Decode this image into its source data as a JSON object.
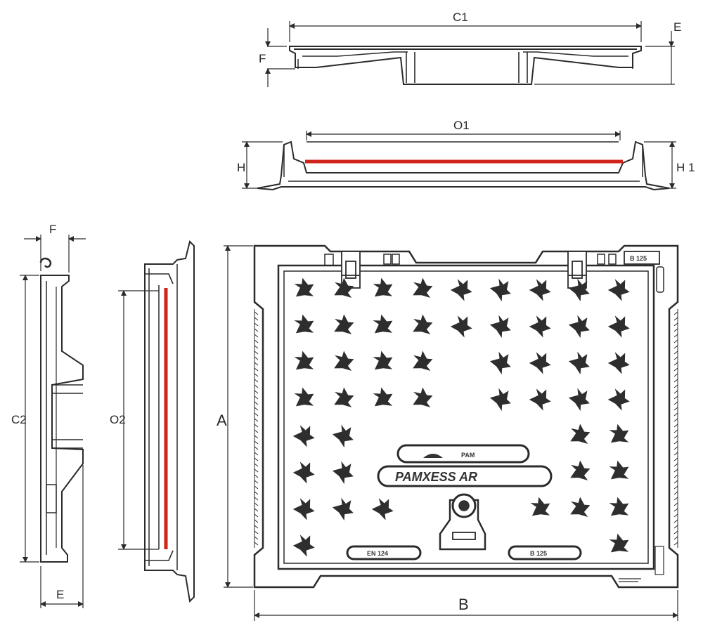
{
  "labels": {
    "c1": "C1",
    "e_top": "E",
    "f_top": "F",
    "o1": "O1",
    "h": "H",
    "h1": "H 1",
    "f_side": "F",
    "c2": "C2",
    "e_side": "E",
    "o2": "O2",
    "a": "A",
    "b": "B"
  },
  "cover_markings": {
    "brand_plate": "PAM",
    "product_plate": "PAMXESS AR",
    "corner_plate": "B 125",
    "norm_plate_left": "EN 124",
    "norm_plate_right": "B 125"
  },
  "colors": {
    "outline": "#2b2b2b",
    "seal": "#d0231b",
    "casting_fill": "#ffffff",
    "pattern": "#2e2e2e"
  }
}
